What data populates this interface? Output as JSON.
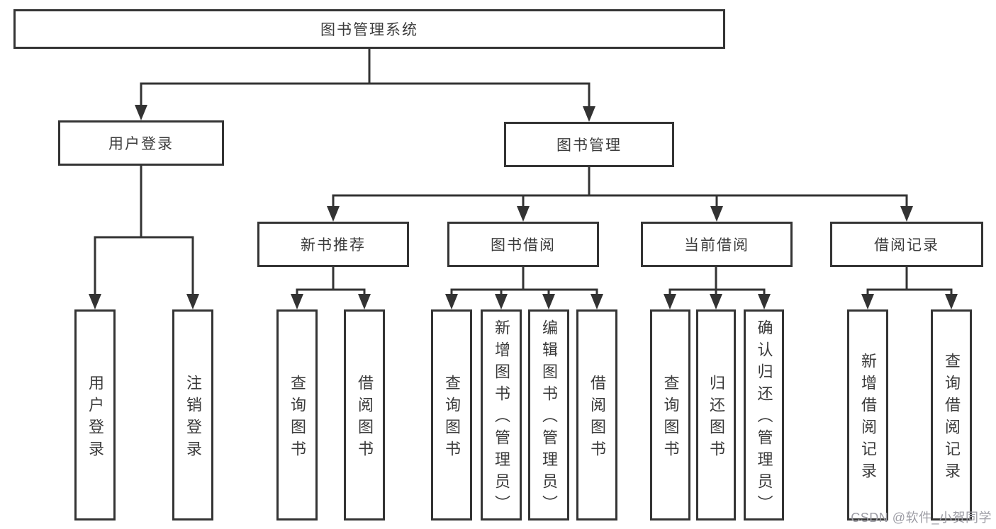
{
  "watermark": "CSDN @软件_小贺同学",
  "colors": {
    "line": "#333333",
    "box_border": "#343434",
    "text": "#3b3b3b",
    "watermark": "#9c9ca4",
    "background": "#ffffff"
  },
  "tree": {
    "label": "图书管理系统",
    "children": [
      {
        "label": "用户登录",
        "children": [
          {
            "label": "用户登录"
          },
          {
            "label": "注销登录"
          }
        ]
      },
      {
        "label": "图书管理",
        "children": [
          {
            "label": "新书推荐",
            "children": [
              {
                "label": "查询图书"
              },
              {
                "label": "借阅图书"
              }
            ]
          },
          {
            "label": "图书借阅",
            "children": [
              {
                "label": "查询图书"
              },
              {
                "label": "新增图书（管理员）"
              },
              {
                "label": "编辑图书（管理员）"
              },
              {
                "label": "借阅图书"
              }
            ]
          },
          {
            "label": "当前借阅",
            "children": [
              {
                "label": "查询图书"
              },
              {
                "label": "归还图书"
              },
              {
                "label": "确认归还（管理员）"
              }
            ]
          },
          {
            "label": "借阅记录",
            "children": [
              {
                "label": "新增借阅记录"
              },
              {
                "label": "查询借阅记录"
              }
            ]
          }
        ]
      }
    ]
  }
}
